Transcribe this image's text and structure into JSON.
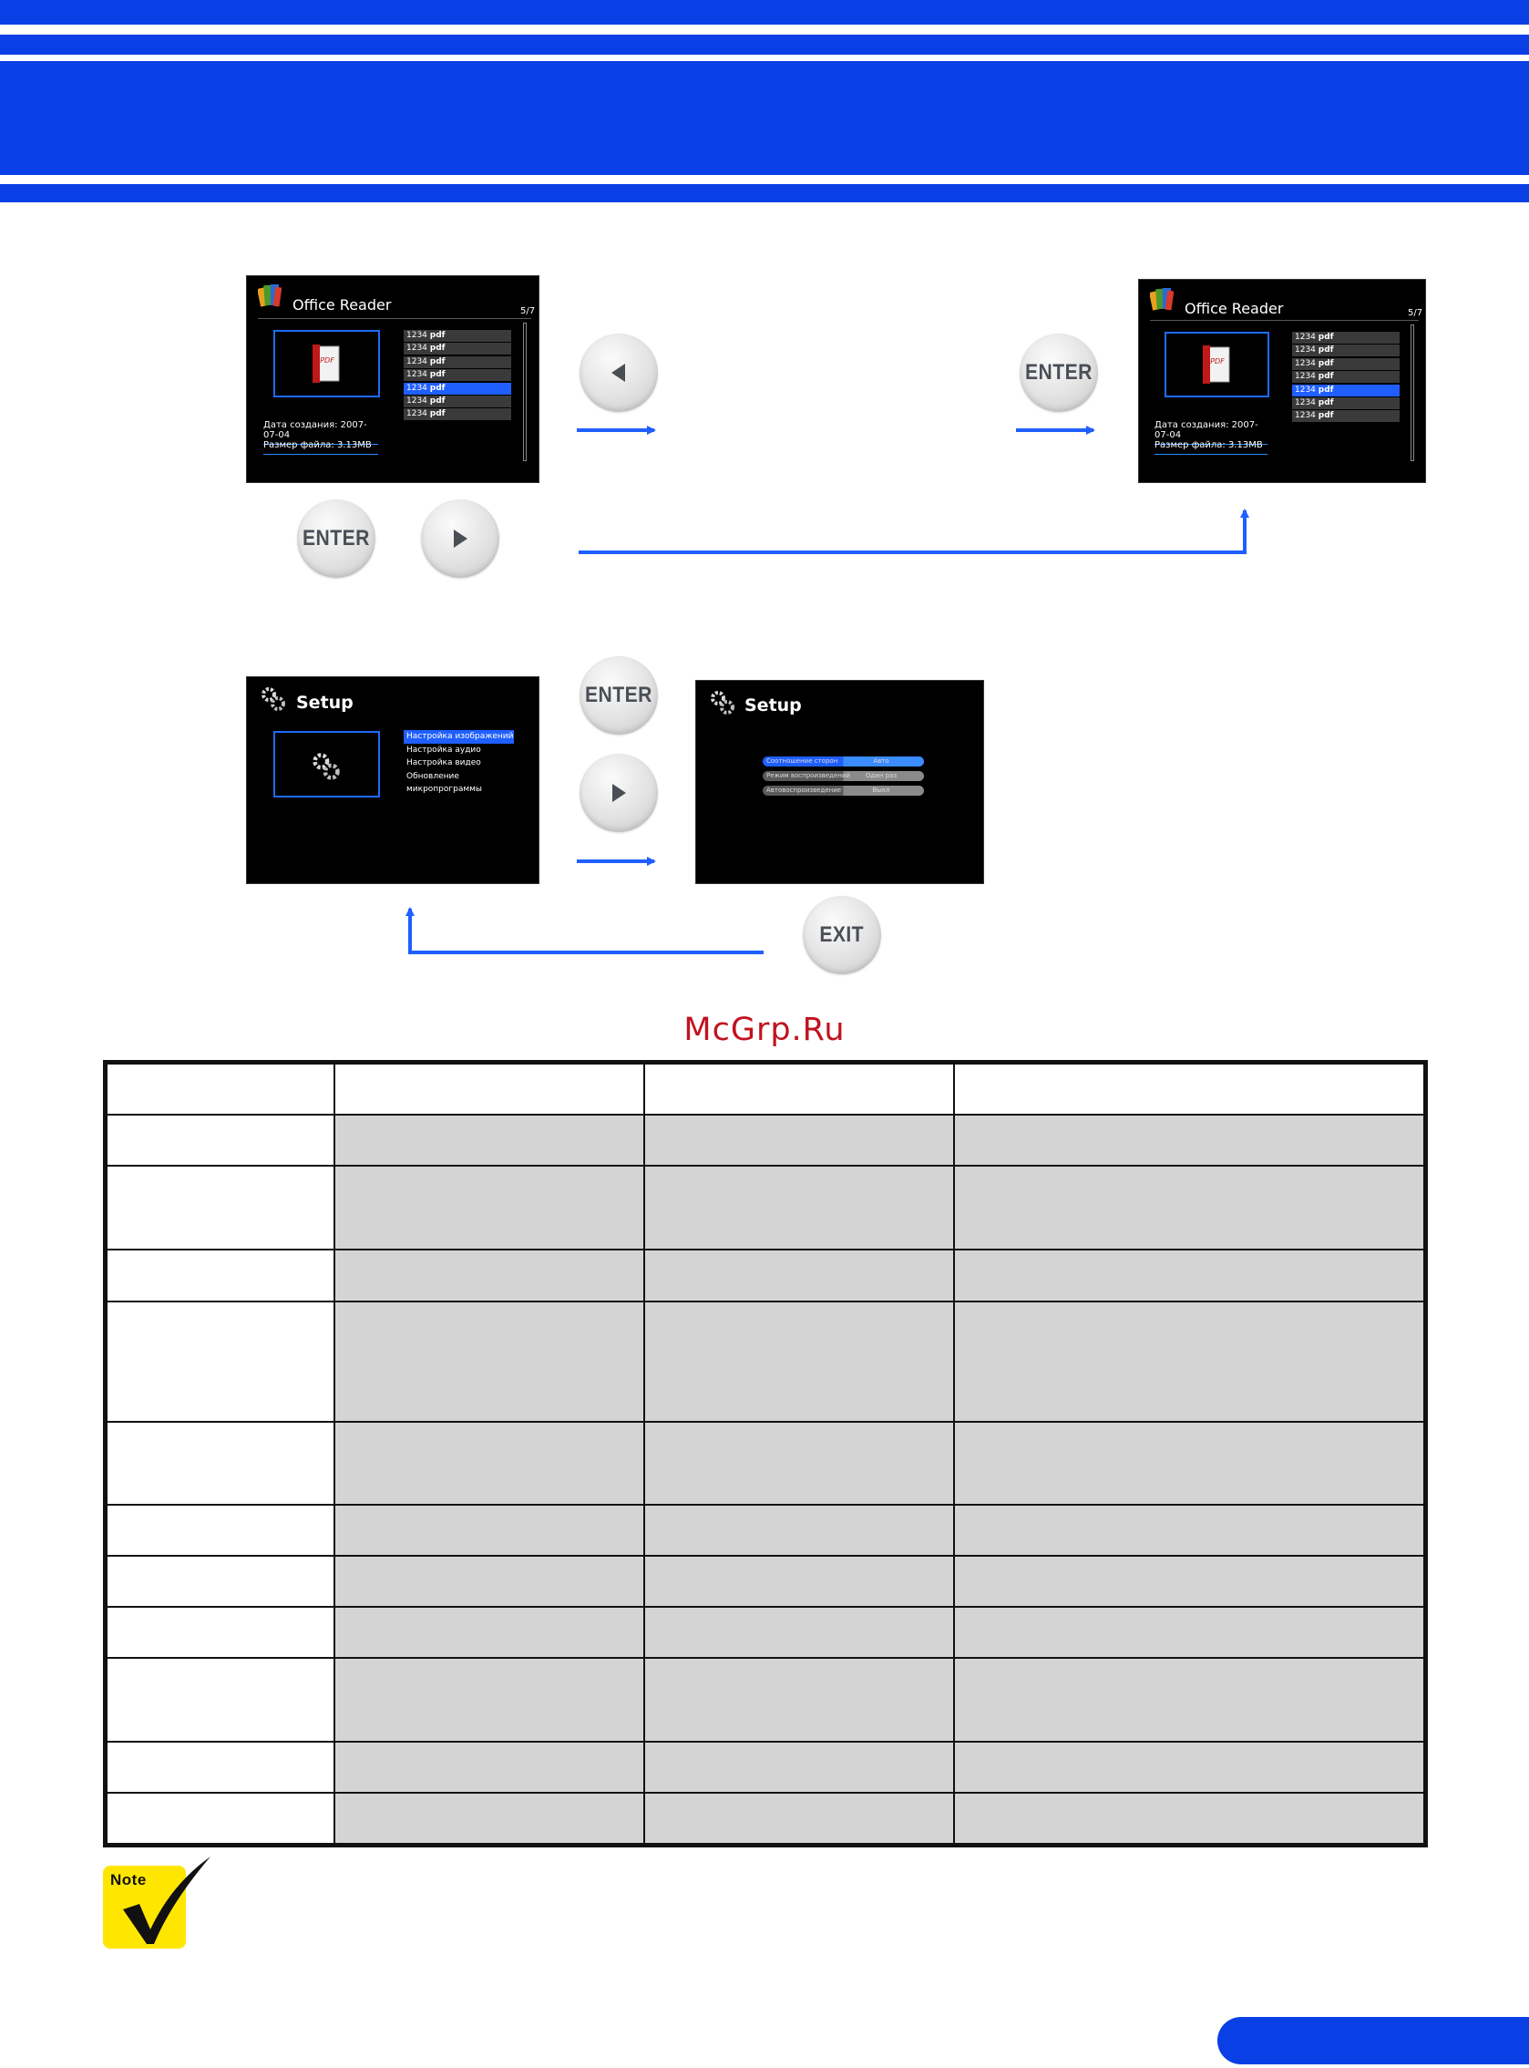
{
  "screen_office_1": {
    "app_title": "Office Reader",
    "page_counter": "5/7",
    "files": [
      {
        "num": "1234",
        "ext": "pdf"
      },
      {
        "num": "1234",
        "ext": "pdf"
      },
      {
        "num": "1234",
        "ext": "pdf"
      },
      {
        "num": "1234",
        "ext": "pdf"
      },
      {
        "num": "1234",
        "ext": "pdf",
        "selected": true
      },
      {
        "num": "1234",
        "ext": "pdf"
      },
      {
        "num": "1234",
        "ext": "pdf"
      }
    ],
    "date_created": "Дата создания: 2007-07-04",
    "file_size": "Размер файла: 3.13MB"
  },
  "screen_office_2": {
    "app_title": "Office Reader",
    "page_counter": "5/7",
    "date_created": "Дата создания: 2007-07-04",
    "file_size": "Размер файла: 3.13MB"
  },
  "buttons": {
    "enter": "ENTER",
    "exit": "EXIT",
    "left_arrow_icon": "triangle-left-icon",
    "right_arrow_icon": "triangle-right-icon"
  },
  "screen_setup_1": {
    "title": "Setup",
    "menu": [
      {
        "label": "Настройка изображений",
        "selected": true
      },
      {
        "label": "Настройка аудио"
      },
      {
        "label": "Настройка видео"
      },
      {
        "label": "Обновление микропрограммы"
      }
    ]
  },
  "screen_setup_2": {
    "title": "Setup",
    "options": [
      {
        "label": "Соотношение сторон",
        "value": "Авто"
      },
      {
        "label": "Режим воспроизведений",
        "value": "Один раз"
      },
      {
        "label": "Автовоспроизведение",
        "value": "Выкл"
      }
    ]
  },
  "watermark": "McGrp.Ru",
  "note": {
    "label": "Note"
  },
  "colors": {
    "brand_blue": "#0a3fe6",
    "arrow_blue": "#1f5fff",
    "table_shade": "#d4d4d4",
    "note_yellow": "#ffe600",
    "watermark_red": "#c1121f"
  }
}
